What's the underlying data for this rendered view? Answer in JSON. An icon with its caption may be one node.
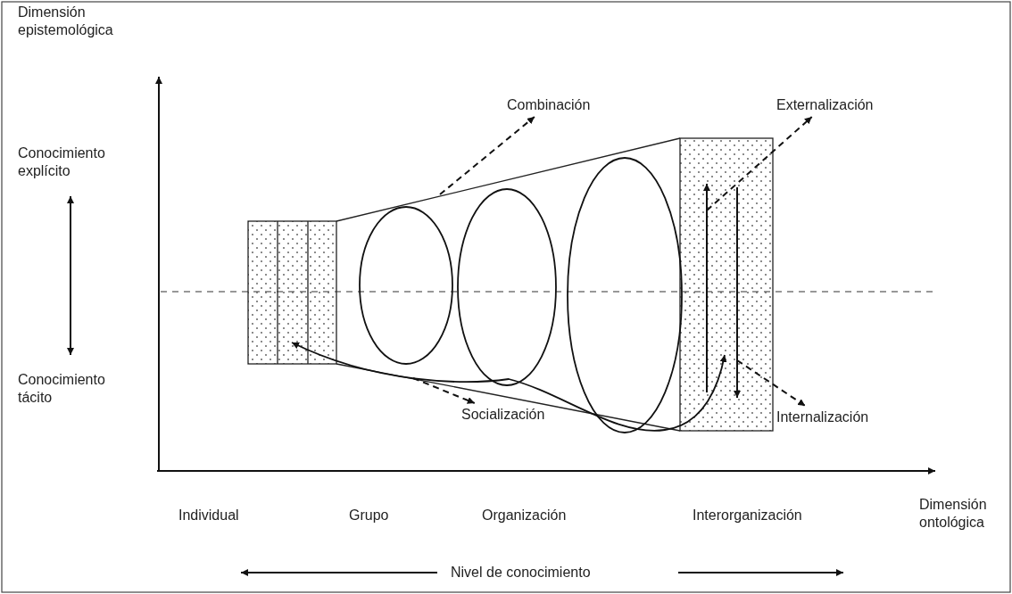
{
  "diagram": {
    "nodes": [
      {
        "text": [
          "Conocimiento explícito"
        ]
      },
      {
        "text": [
          "Conocimiento tácito"
        ]
      },
      {
        "text": [
          "Combinación"
        ]
      },
      {
        "text": [
          "Externalización"
        ]
      },
      {
        "text": [
          "Socialización"
        ]
      },
      {
        "text": [
          "Internalización"
        ]
      }
    ],
    "edges": [
      {
        "from": 0,
        "to": 1,
        "arrow": "both"
      },
      {
        "from": null,
        "to": 2,
        "arrow": "to",
        "style": "dashed"
      },
      {
        "from": null,
        "to": 3,
        "arrow": "to",
        "style": "dashed"
      },
      {
        "from": null,
        "to": 4,
        "arrow": "to",
        "style": "dashed"
      },
      {
        "from": null,
        "to": 5,
        "arrow": "to",
        "style": "dashed"
      }
    ],
    "labels": [
      "Dimensión epistemológica",
      "Individual",
      "Grupo",
      "Organización",
      "Interorganización",
      "Dimensión ontológica",
      "Nivel de conocimiento"
    ]
  }
}
